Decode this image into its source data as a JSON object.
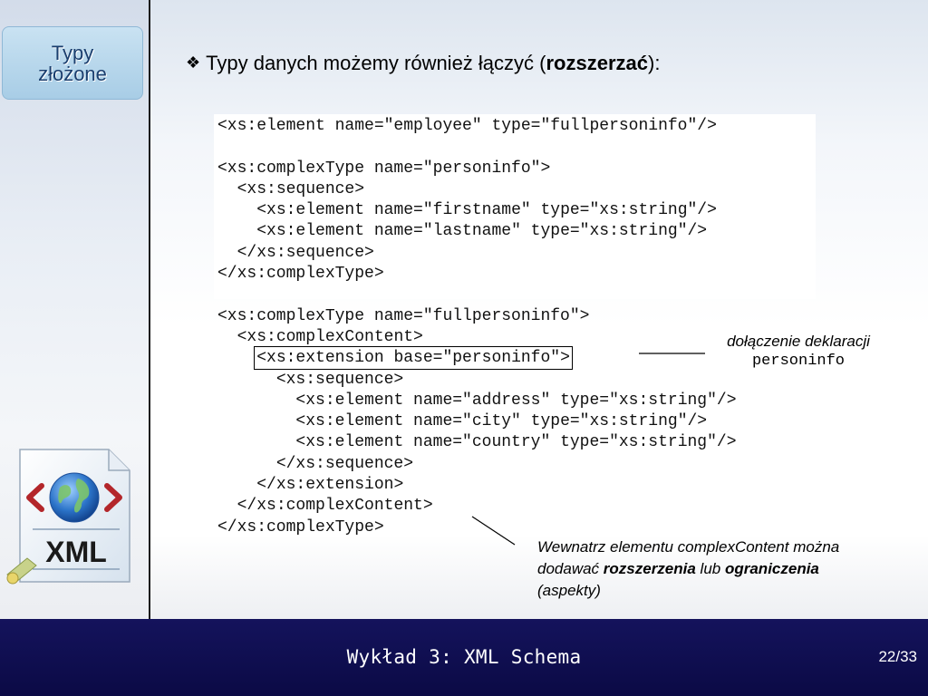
{
  "sidebar": {
    "section_title": "Typy\nzłożone"
  },
  "logo": {
    "text": "XML",
    "icon": "xml-file-globe-icon"
  },
  "bullet": {
    "glyph": "❖",
    "text_before": "Typy danych możemy również łączyć (",
    "bold": "rozszerzać",
    "text_after": "):"
  },
  "code_lines": [
    "<xs:element name=\"employee\" type=\"fullpersoninfo\"/>",
    "",
    "<xs:complexType name=\"personinfo\">",
    "  <xs:sequence>",
    "    <xs:element name=\"firstname\" type=\"xs:string\"/>",
    "    <xs:element name=\"lastname\" type=\"xs:string\"/>",
    "  </xs:sequence>",
    "</xs:complexType>",
    "",
    "<xs:complexType name=\"fullpersoninfo\">",
    "  <xs:complexContent>",
    "    <xs:extension base=\"personinfo\">",
    "      <xs:sequence>",
    "        <xs:element name=\"address\" type=\"xs:string\"/>",
    "        <xs:element name=\"city\" type=\"xs:string\"/>",
    "        <xs:element name=\"country\" type=\"xs:string\"/>",
    "      </xs:sequence>",
    "    </xs:extension>",
    "  </xs:complexContent>",
    "</xs:complexType>"
  ],
  "annotation_extension": {
    "text": "dołączenie deklaracji",
    "code": "personinfo"
  },
  "annotation_content": {
    "part1": "Wewnatrz elementu complexContent można dodawać ",
    "bold1": "rozszerzenia",
    "part2": " lub ",
    "bold2": "ograniczenia",
    "part3": " (aspekty)"
  },
  "footer": {
    "title": "Wykład 3: XML Schema",
    "page": "22/33"
  },
  "colors": {
    "footer_bg": "#14135c",
    "section_box": "#b3d4ea",
    "section_text": "#1a3e6e"
  }
}
